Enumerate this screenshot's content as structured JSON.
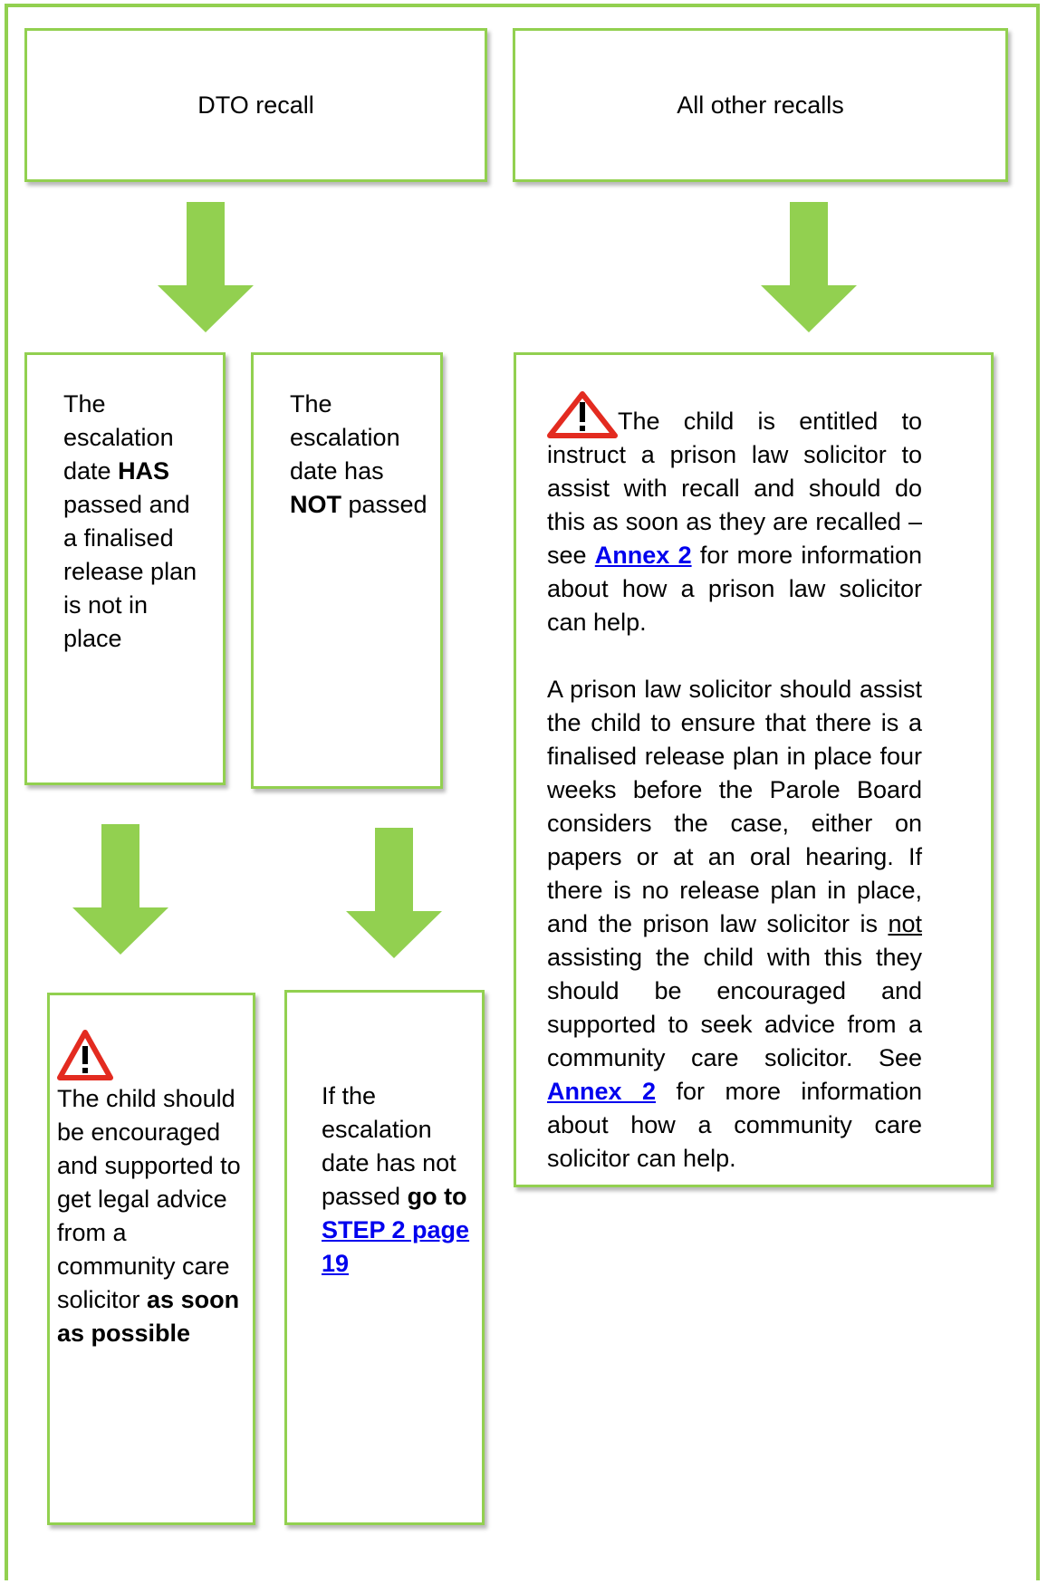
{
  "colors": {
    "accent_green": "#92d050",
    "arrow_green": "#92d050",
    "warning_red": "#e32b20",
    "link_blue": "#0000ee"
  },
  "headers": {
    "dto": "DTO recall",
    "other": "All other recalls"
  },
  "box_has_passed": {
    "part1": "The escalation date ",
    "bold": "HAS",
    "part2": " passed and a finalised release plan is not in place"
  },
  "box_not_passed": {
    "part1": "The escalation date has ",
    "bold": "NOT",
    "part2": " passed"
  },
  "box_legal_advice": {
    "icon": "warning-triangle-icon",
    "part1": "The child should be encouraged and supported to get legal advice from a community care solicitor ",
    "bold": "as soon as possible"
  },
  "box_go_to": {
    "part1": "If the escalation date has not passed ",
    "bold": "go to ",
    "link": "STEP 2 page 19"
  },
  "box_other": {
    "icon": "warning-triangle-icon",
    "para1_part1": "The child is entitled to instruct a prison law solicitor to assist with recall and should do this as soon as they are recalled – see ",
    "para1_link": "Annex 2",
    "para1_part2": " for more information about how a prison law solicitor can help.",
    "para2_part1": "A prison law solicitor should assist the child to ensure that there is a finalised release plan in place four weeks before the Parole Board considers the case, either on papers or at an oral hearing. If there is no release plan in place, and the prison law solicitor is ",
    "para2_underline": "not",
    "para2_part2": " assisting the child with this they should be encouraged and supported to seek advice from a community care solicitor. See ",
    "para2_link": "Annex 2",
    "para2_part3": " for more information about how a community care solicitor can help."
  }
}
